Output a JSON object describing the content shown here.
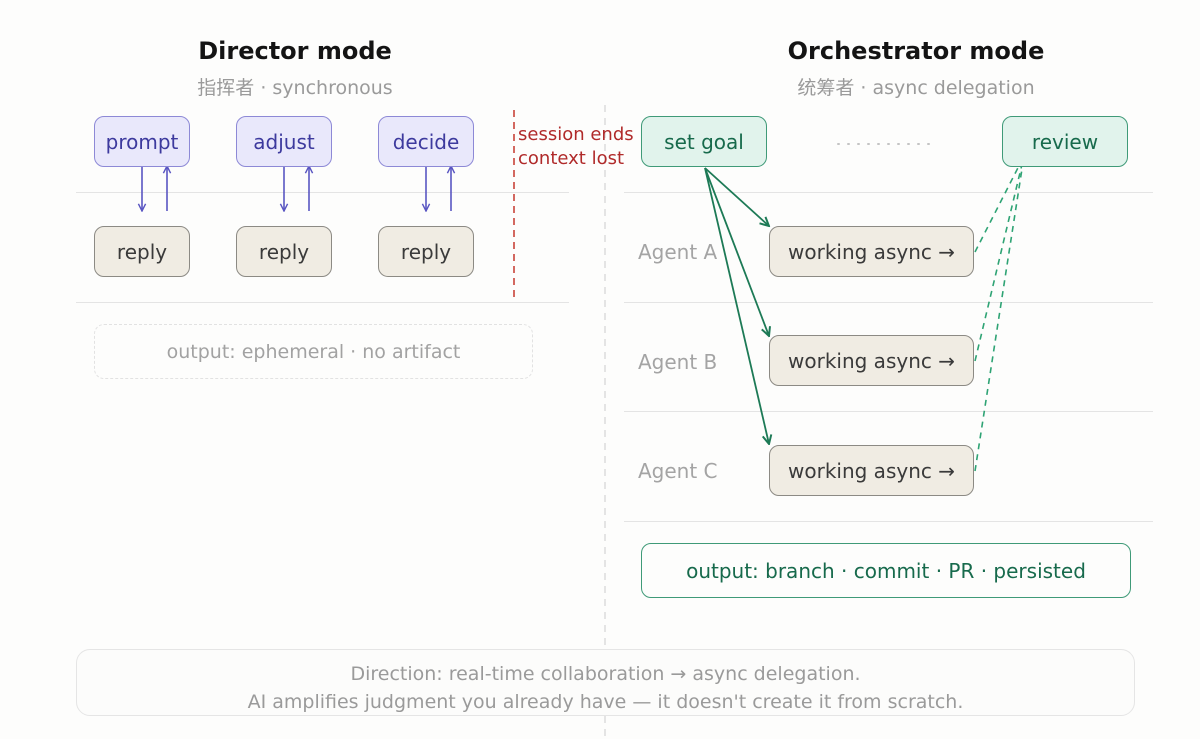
{
  "director": {
    "title": "Director mode",
    "subtitle": "指挥者 · synchronous",
    "steps": [
      "prompt",
      "adjust",
      "decide"
    ],
    "replies": [
      "reply",
      "reply",
      "reply"
    ],
    "session_end_line1": "session ends",
    "session_end_line2": "context lost",
    "output": "output: ephemeral · no artifact"
  },
  "orchestrator": {
    "title": "Orchestrator mode",
    "subtitle": "统筹者 · async delegation",
    "set_goal": "set goal",
    "review": "review",
    "agents": [
      {
        "label": "Agent A",
        "status": "working async →"
      },
      {
        "label": "Agent B",
        "status": "working async →"
      },
      {
        "label": "Agent C",
        "status": "working async →"
      }
    ],
    "output": "output: branch · commit · PR · persisted"
  },
  "footer": {
    "line1": "Direction: real-time collaboration → async delegation.",
    "line2": "AI amplifies judgment you already have — it doesn't create it from scratch."
  },
  "colors": {
    "director_accent": "#5a56c2",
    "orchestrator_accent": "#1d7a56",
    "session_end": "#c0392b"
  }
}
